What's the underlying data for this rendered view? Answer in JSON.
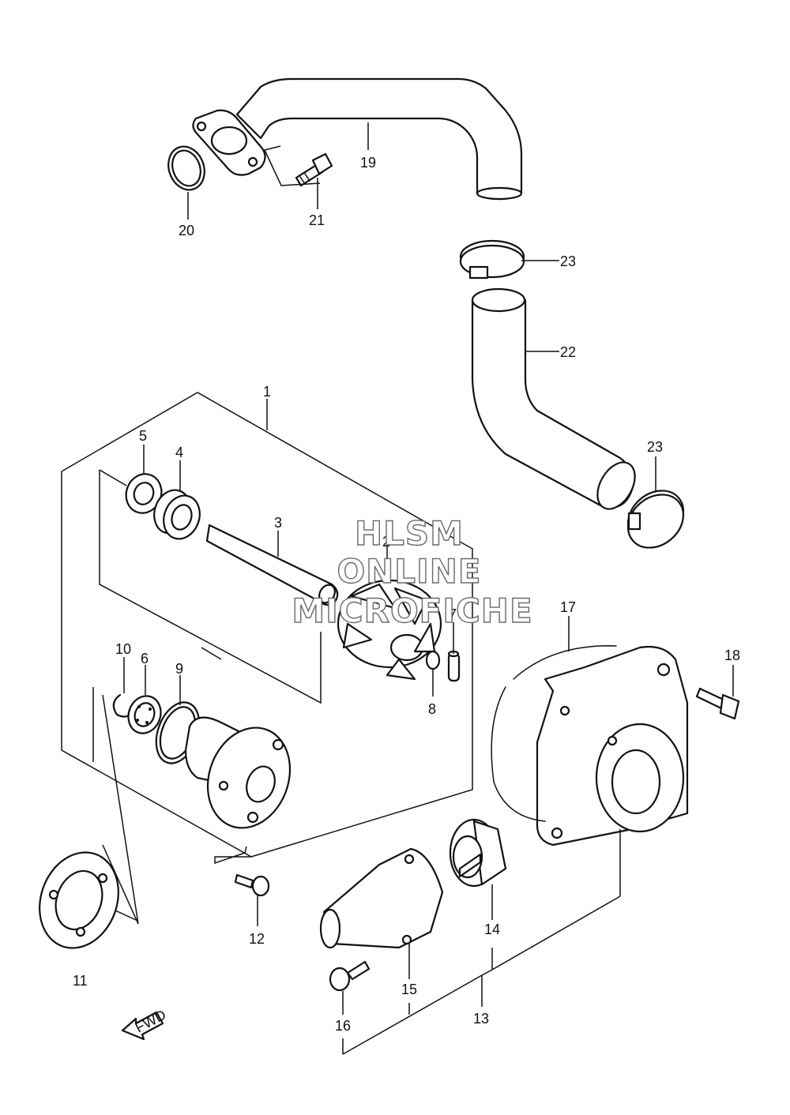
{
  "callouts": {
    "p1": "1",
    "p2": "2",
    "p3": "3",
    "p4": "4",
    "p5": "5",
    "p6": "6",
    "p7": "7",
    "p8": "8",
    "p9": "9",
    "p10": "10",
    "p11": "11",
    "p12": "12",
    "p13": "13",
    "p14": "14",
    "p15": "15",
    "p16": "16",
    "p17": "17",
    "p18": "18",
    "p19": "19",
    "p20": "20",
    "p21": "21",
    "p22": "22",
    "p23a": "23",
    "p23b": "23"
  },
  "watermark": {
    "line1": "HLSM",
    "line2": "ONLINE",
    "line3": "MICROFICHE"
  },
  "fwd_label": "FWD"
}
